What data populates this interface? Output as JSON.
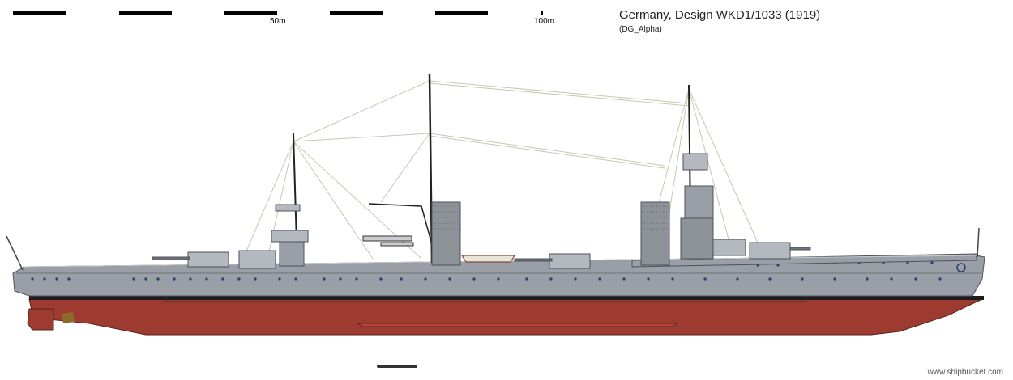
{
  "title": "Germany, Design WKD1/1033 (1919)",
  "author": "(DG_Alpha)",
  "scale": {
    "mid_label": "50m",
    "end_label": "100m"
  },
  "credit": "www.shipbucket.com",
  "colors": {
    "hull_grey": "#9a9ea6",
    "hull_dark": "#6f737b",
    "antifouling": "#9e3b30",
    "boot_top": "#1c1c1c",
    "superstructure": "#b4b8bf"
  }
}
